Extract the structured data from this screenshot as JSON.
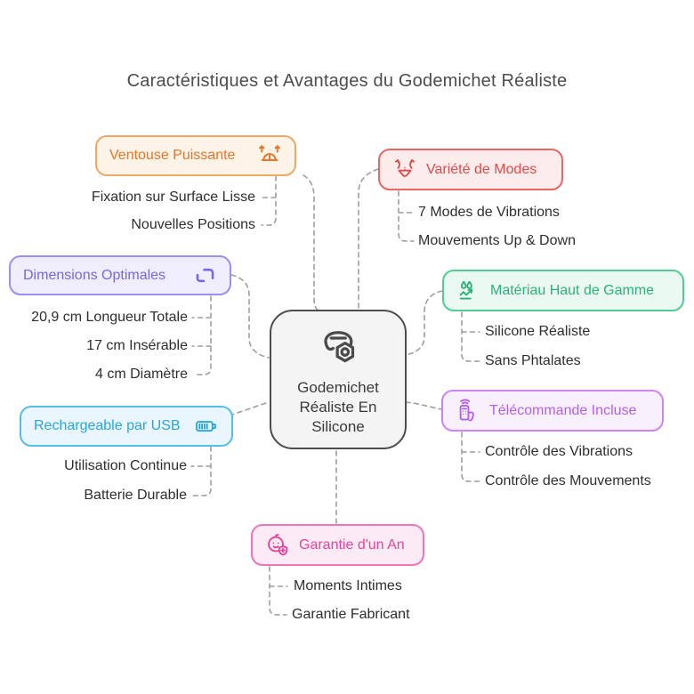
{
  "title": "Caractéristiques et Avantages du Godemichet Réaliste",
  "center": {
    "label": "Godemichet Réaliste En Silicone",
    "icon": "mask-hexnut-icon",
    "background": "#F4F4F5",
    "border_color": "#4D4D4D"
  },
  "connector_color": "#9E9E9E",
  "branches": [
    {
      "name": "ventouse-puissante",
      "label": "Ventouse Puissante",
      "icon": "suction-cup-arrows-icon",
      "color": "#E2772E",
      "border_color": "#ECA96B",
      "background": "#FDF3E6",
      "items": [
        "Fixation sur Surface Lisse",
        "Nouvelles Positions"
      ]
    },
    {
      "name": "variete-de-modes",
      "label": "Variété de Modes",
      "icon": "waist-motion-icon",
      "color": "#E04A4A",
      "border_color": "#E96666",
      "background": "#FCECEC",
      "items": [
        "7 Modes de Vibrations",
        "Mouvements Up & Down"
      ]
    },
    {
      "name": "dimensions-optimales",
      "label": "Dimensions Optimales",
      "icon": "dimensions-corners-icon",
      "color": "#7668E4",
      "border_color": "#9D8FF2",
      "background": "#F0EDFD",
      "items": [
        "20,9 cm Longueur Totale",
        "17 cm Insérable",
        "4 cm Diamètre"
      ]
    },
    {
      "name": "materiau-haut-de-gamme",
      "label": "Matériau Haut de Gamme",
      "icon": "droplets-surface-icon",
      "color": "#2CB178",
      "border_color": "#52CC94",
      "background": "#EAFAF2",
      "items": [
        "Silicone Réaliste",
        "Sans Phtalates"
      ]
    },
    {
      "name": "rechargeable-par-usb",
      "label": "Rechargeable par USB",
      "icon": "battery-icon",
      "color": "#2AA4DB",
      "border_color": "#58BCE8",
      "background": "#EAF6FD",
      "items": [
        "Utilisation Continue",
        "Batterie Durable"
      ]
    },
    {
      "name": "telecommande-incluse",
      "label": "Télécommande Incluse",
      "icon": "remote-control-icon",
      "color": "#B55FE8",
      "border_color": "#CE85F2",
      "background": "#F9F0FE",
      "items": [
        "Contrôle des Vibrations",
        "Contrôle des Mouvements"
      ]
    },
    {
      "name": "garantie-dun-an",
      "label": "Garantie d'un An",
      "icon": "baby-shield-icon",
      "color": "#E8439A",
      "border_color": "#EF74B8",
      "background": "#FCEBF5",
      "items": [
        "Moments Intimes",
        "Garantie Fabricant"
      ]
    }
  ]
}
